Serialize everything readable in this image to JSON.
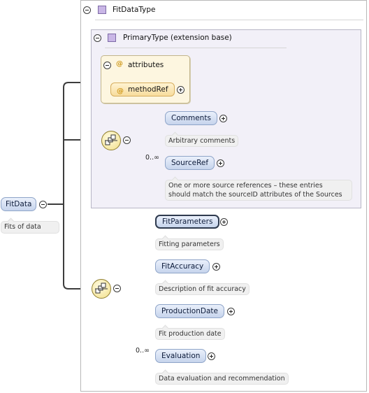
{
  "root": {
    "name": "FitData",
    "doc": "Fits of data"
  },
  "complex_type": {
    "name": "FitDataType"
  },
  "extension": {
    "label": "PrimaryType (extension base)",
    "attributes_label": "attributes",
    "attribute": "methodRef",
    "elements": [
      {
        "name": "Comments",
        "doc": "Arbitrary comments",
        "cardinality": ""
      },
      {
        "name": "SourceRef",
        "doc": "One or more source references - these entries\nshould match the sourceID attributes of the Sources",
        "doc_line1": "One or more source references – these entries",
        "doc_line2": "should match the sourceID attributes of the Sources",
        "cardinality": "0..∞"
      }
    ]
  },
  "sequence": {
    "elements": [
      {
        "name": "FitParameters",
        "doc": "Fitting parameters",
        "cardinality": ""
      },
      {
        "name": "FitAccuracy",
        "doc": "Description of fit accuracy",
        "cardinality": ""
      },
      {
        "name": "ProductionDate",
        "doc": "Fit production date",
        "cardinality": ""
      },
      {
        "name": "Evaluation",
        "doc": "Data evaluation and recommendation",
        "cardinality": "0..∞"
      }
    ]
  },
  "icons": {
    "collapse": "minus-circle-icon",
    "expand": "plus-circle-icon",
    "type": "complex-type-icon",
    "attribute": "attribute-at-icon",
    "sequence": "sequence-compositor-icon"
  },
  "colors": {
    "element_fill": "#c6d4ec",
    "attribute_fill": "#f7dc9c",
    "extension_bg": "#f2f0f8",
    "attributes_bg": "#fdf6e0",
    "sequence_fill": "#f2df8a"
  }
}
